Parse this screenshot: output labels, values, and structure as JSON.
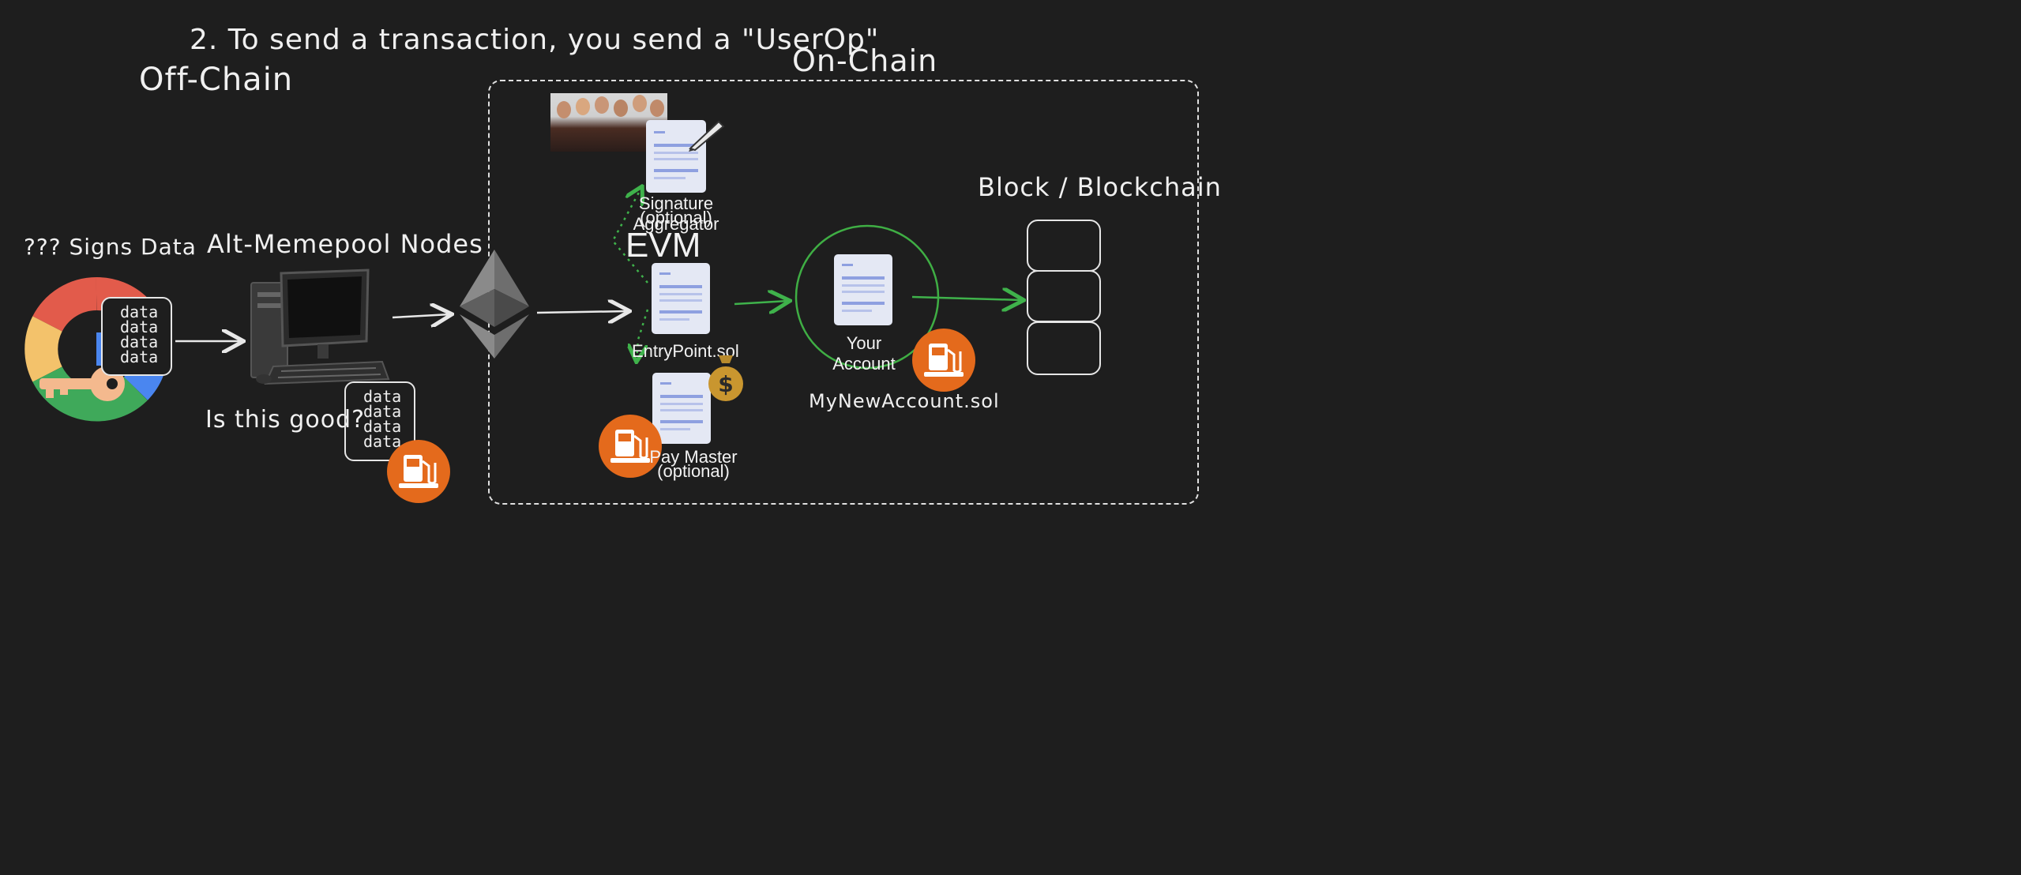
{
  "title": "2. To send a transaction, you send a \"UserOp\"",
  "sections": {
    "off_chain": "Off-Chain",
    "on_chain": "On-Chain"
  },
  "signer": {
    "label": "??? Signs Data",
    "data_lines": [
      "data",
      "data",
      "data",
      "data"
    ]
  },
  "memepool": {
    "label": "Alt-Memepool Nodes",
    "question": "Is this good?",
    "data_lines": [
      "data",
      "data",
      "data",
      "data"
    ]
  },
  "evm_label": "EVM",
  "contracts": {
    "aggregator": {
      "name": "Signature Aggregator",
      "note": "(optional)"
    },
    "entrypoint": {
      "name": "EntryPoint.sol"
    },
    "paymaster": {
      "name": "Pay Master",
      "note": "(optional)"
    },
    "account": {
      "name": "Your Account",
      "file": "MyNewAccount.sol"
    }
  },
  "blockchain": {
    "label": "Block / Blockchain"
  },
  "colors": {
    "background": "#1e1e1e",
    "arrow_green": "#3fb24b",
    "gas_orange": "#e46a1c",
    "ring_green": "#3fae44"
  },
  "icons": [
    "google-logo",
    "key-icon",
    "desktop-computer-icon",
    "ethereum-icon",
    "gas-pump-icon",
    "money-bag-icon",
    "pen-icon",
    "document-icon"
  ]
}
